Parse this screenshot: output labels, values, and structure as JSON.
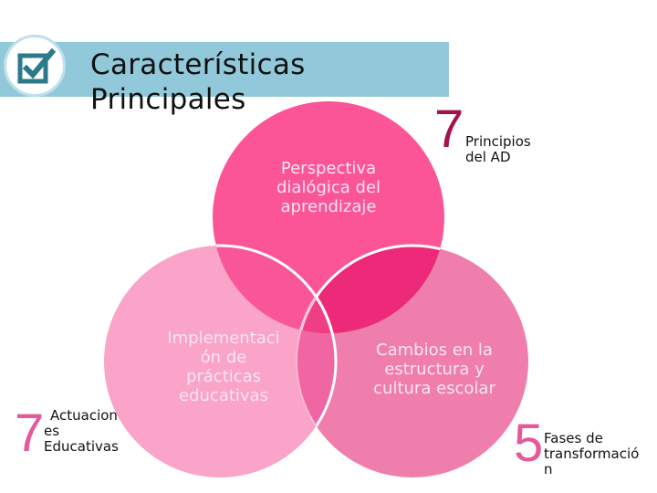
{
  "header": {
    "title_lines": [
      "Características",
      "Principales"
    ],
    "icon": "checkbox-check-icon",
    "bar_color": "#92c9da",
    "icon_color": "#2a7a8c"
  },
  "venn": {
    "circles": [
      {
        "id": "top",
        "label_lines": [
          "Perspectiva",
          "dialógica del",
          "aprendizaje"
        ],
        "color": "#fc5597"
      },
      {
        "id": "left",
        "label_lines": [
          "Implementaci",
          "ón de",
          "prácticas",
          "educativas"
        ],
        "color": "#f9a4c8"
      },
      {
        "id": "right",
        "label_lines": [
          "Cambios en la",
          "estructura y",
          "cultura escolar"
        ],
        "color": "#ef7eac"
      }
    ],
    "overlap_colors": {
      "top_left": "#f9569a",
      "top_right": "#ec2a79",
      "left_right": "#f066a2",
      "center": "#f03e86"
    }
  },
  "stats": [
    {
      "id": "principios",
      "number": "7",
      "text_lines": [
        "Principios del AD"
      ],
      "number_color": "#a3144f"
    },
    {
      "id": "actuaciones",
      "number": "7",
      "text_lines": [
        "Actuacion",
        "es",
        "Educativas"
      ],
      "number_color": "#e5599a"
    },
    {
      "id": "fases",
      "number": "5",
      "text_lines": [
        "Fases de",
        "transformació",
        "n"
      ],
      "number_color": "#e5599a"
    }
  ]
}
